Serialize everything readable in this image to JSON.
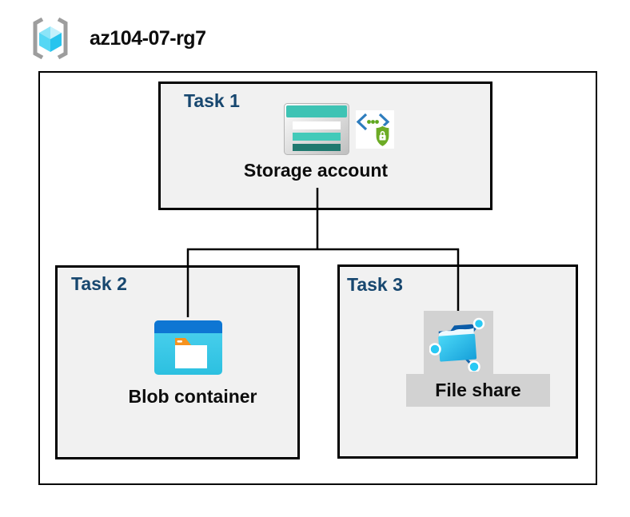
{
  "header": {
    "title": "az104-07-rg7"
  },
  "tasks": {
    "task1": {
      "label": "Task 1",
      "resource": "Storage account"
    },
    "task2": {
      "label": "Task 2",
      "resource": "Blob container"
    },
    "task3": {
      "label": "Task 3",
      "resource": "File share"
    }
  },
  "icons": {
    "header_icon": "resource-group-icon",
    "task1_icons": [
      "storage-account-icon",
      "shared-access-signature-icon"
    ],
    "task2_icons": [
      "blob-container-icon"
    ],
    "task3_icons": [
      "file-share-icon"
    ]
  },
  "colors": {
    "task_label": "#17476F",
    "box_background": "#F1F1F1",
    "box_border": "#000000",
    "connector": "#000000",
    "highlight_background": "#D2D2D2",
    "storage_teal": "#3EC3B4",
    "storage_teal_dark": "#20796F",
    "blob_header_blue": "#0E76D3",
    "blob_cyan": "#3DCCEB",
    "file_share_cyan": "#29C9F4",
    "file_share_navy": "#0B5CA8",
    "sas_green": "#6CAB25",
    "sas_blue": "#2E7DBE",
    "bracket_gray": "#9D9D9D"
  }
}
